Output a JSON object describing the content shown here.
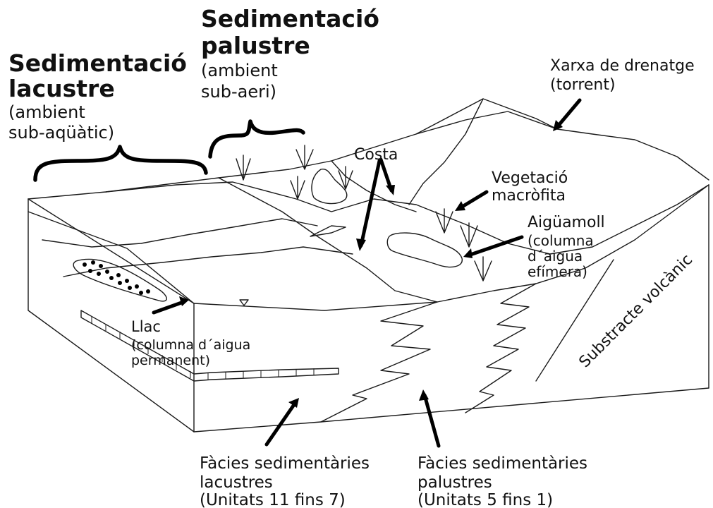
{
  "labels": {
    "lacustre": {
      "title_1": "Sedimentació",
      "title_2": "lacustre",
      "sub_1": "(ambient",
      "sub_2": "sub-aqüàtic)"
    },
    "palustre": {
      "title_1": "Sedimentació",
      "title_2": "palustre",
      "sub_1": "(ambient",
      "sub_2": "sub-aeri)"
    },
    "drenatge": {
      "line_1": "Xarxa de drenatge",
      "line_2": "(torrent)"
    },
    "costa": "Costa",
    "vegetacio": {
      "line_1": "Vegetació",
      "line_2": "macròfita"
    },
    "aiguamoll": {
      "line_1": "Aigüamoll",
      "line_2": "(columna",
      "line_3": "d´aigua",
      "line_4": "efímera)"
    },
    "llac": {
      "line_1": "Llac",
      "line_2": "(columna d´aigua",
      "line_3": "permanent)"
    },
    "substracte": "Substracte volcànic",
    "facies_lacustres": {
      "line_1": "Fàcies sedimentàries",
      "line_2": "lacustres",
      "line_3": "(Unitats 11 fins 7)"
    },
    "facies_palustres": {
      "line_1": "Fàcies sedimentàries",
      "line_2": "palustres",
      "line_3": "(Unitats 5 fins 1)"
    }
  }
}
